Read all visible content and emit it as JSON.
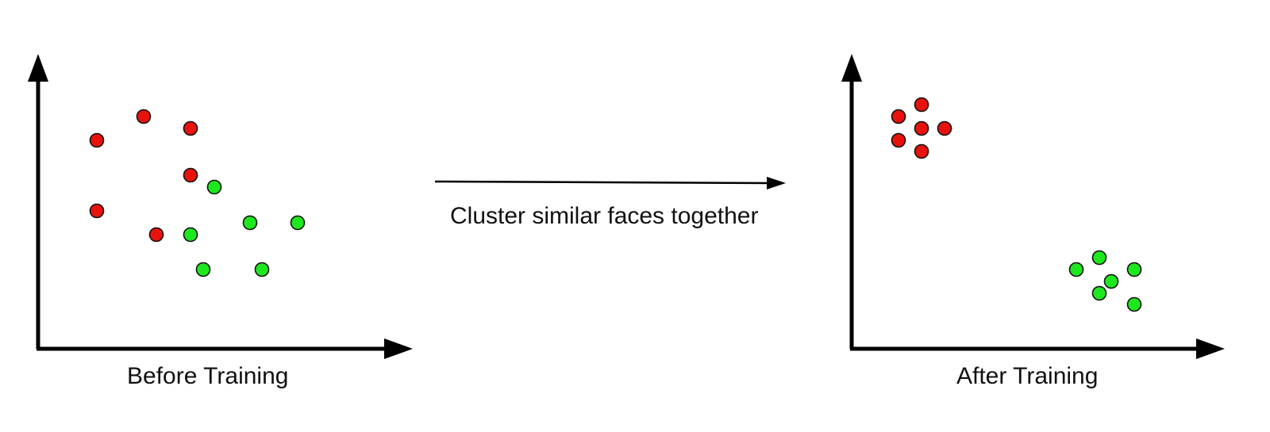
{
  "labels": {
    "before": "Before Training",
    "after": "After Training",
    "transition": "Cluster similar faces together"
  },
  "colors": {
    "red": "#e8120c",
    "green": "#1de81d",
    "axis": "#000000",
    "point_stroke": "#111111"
  },
  "panels": {
    "before": {
      "points": [
        {
          "class": "red"
        },
        {
          "class": "red"
        },
        {
          "class": "red"
        },
        {
          "class": "red"
        },
        {
          "class": "red"
        },
        {
          "class": "red"
        },
        {
          "class": "green"
        },
        {
          "class": "green"
        },
        {
          "class": "green"
        },
        {
          "class": "green"
        },
        {
          "class": "green"
        },
        {
          "class": "green"
        }
      ]
    },
    "after": {
      "points": [
        {
          "class": "red"
        },
        {
          "class": "red"
        },
        {
          "class": "red"
        },
        {
          "class": "red"
        },
        {
          "class": "red"
        },
        {
          "class": "red"
        },
        {
          "class": "green"
        },
        {
          "class": "green"
        },
        {
          "class": "green"
        },
        {
          "class": "green"
        },
        {
          "class": "green"
        },
        {
          "class": "green"
        }
      ]
    }
  }
}
